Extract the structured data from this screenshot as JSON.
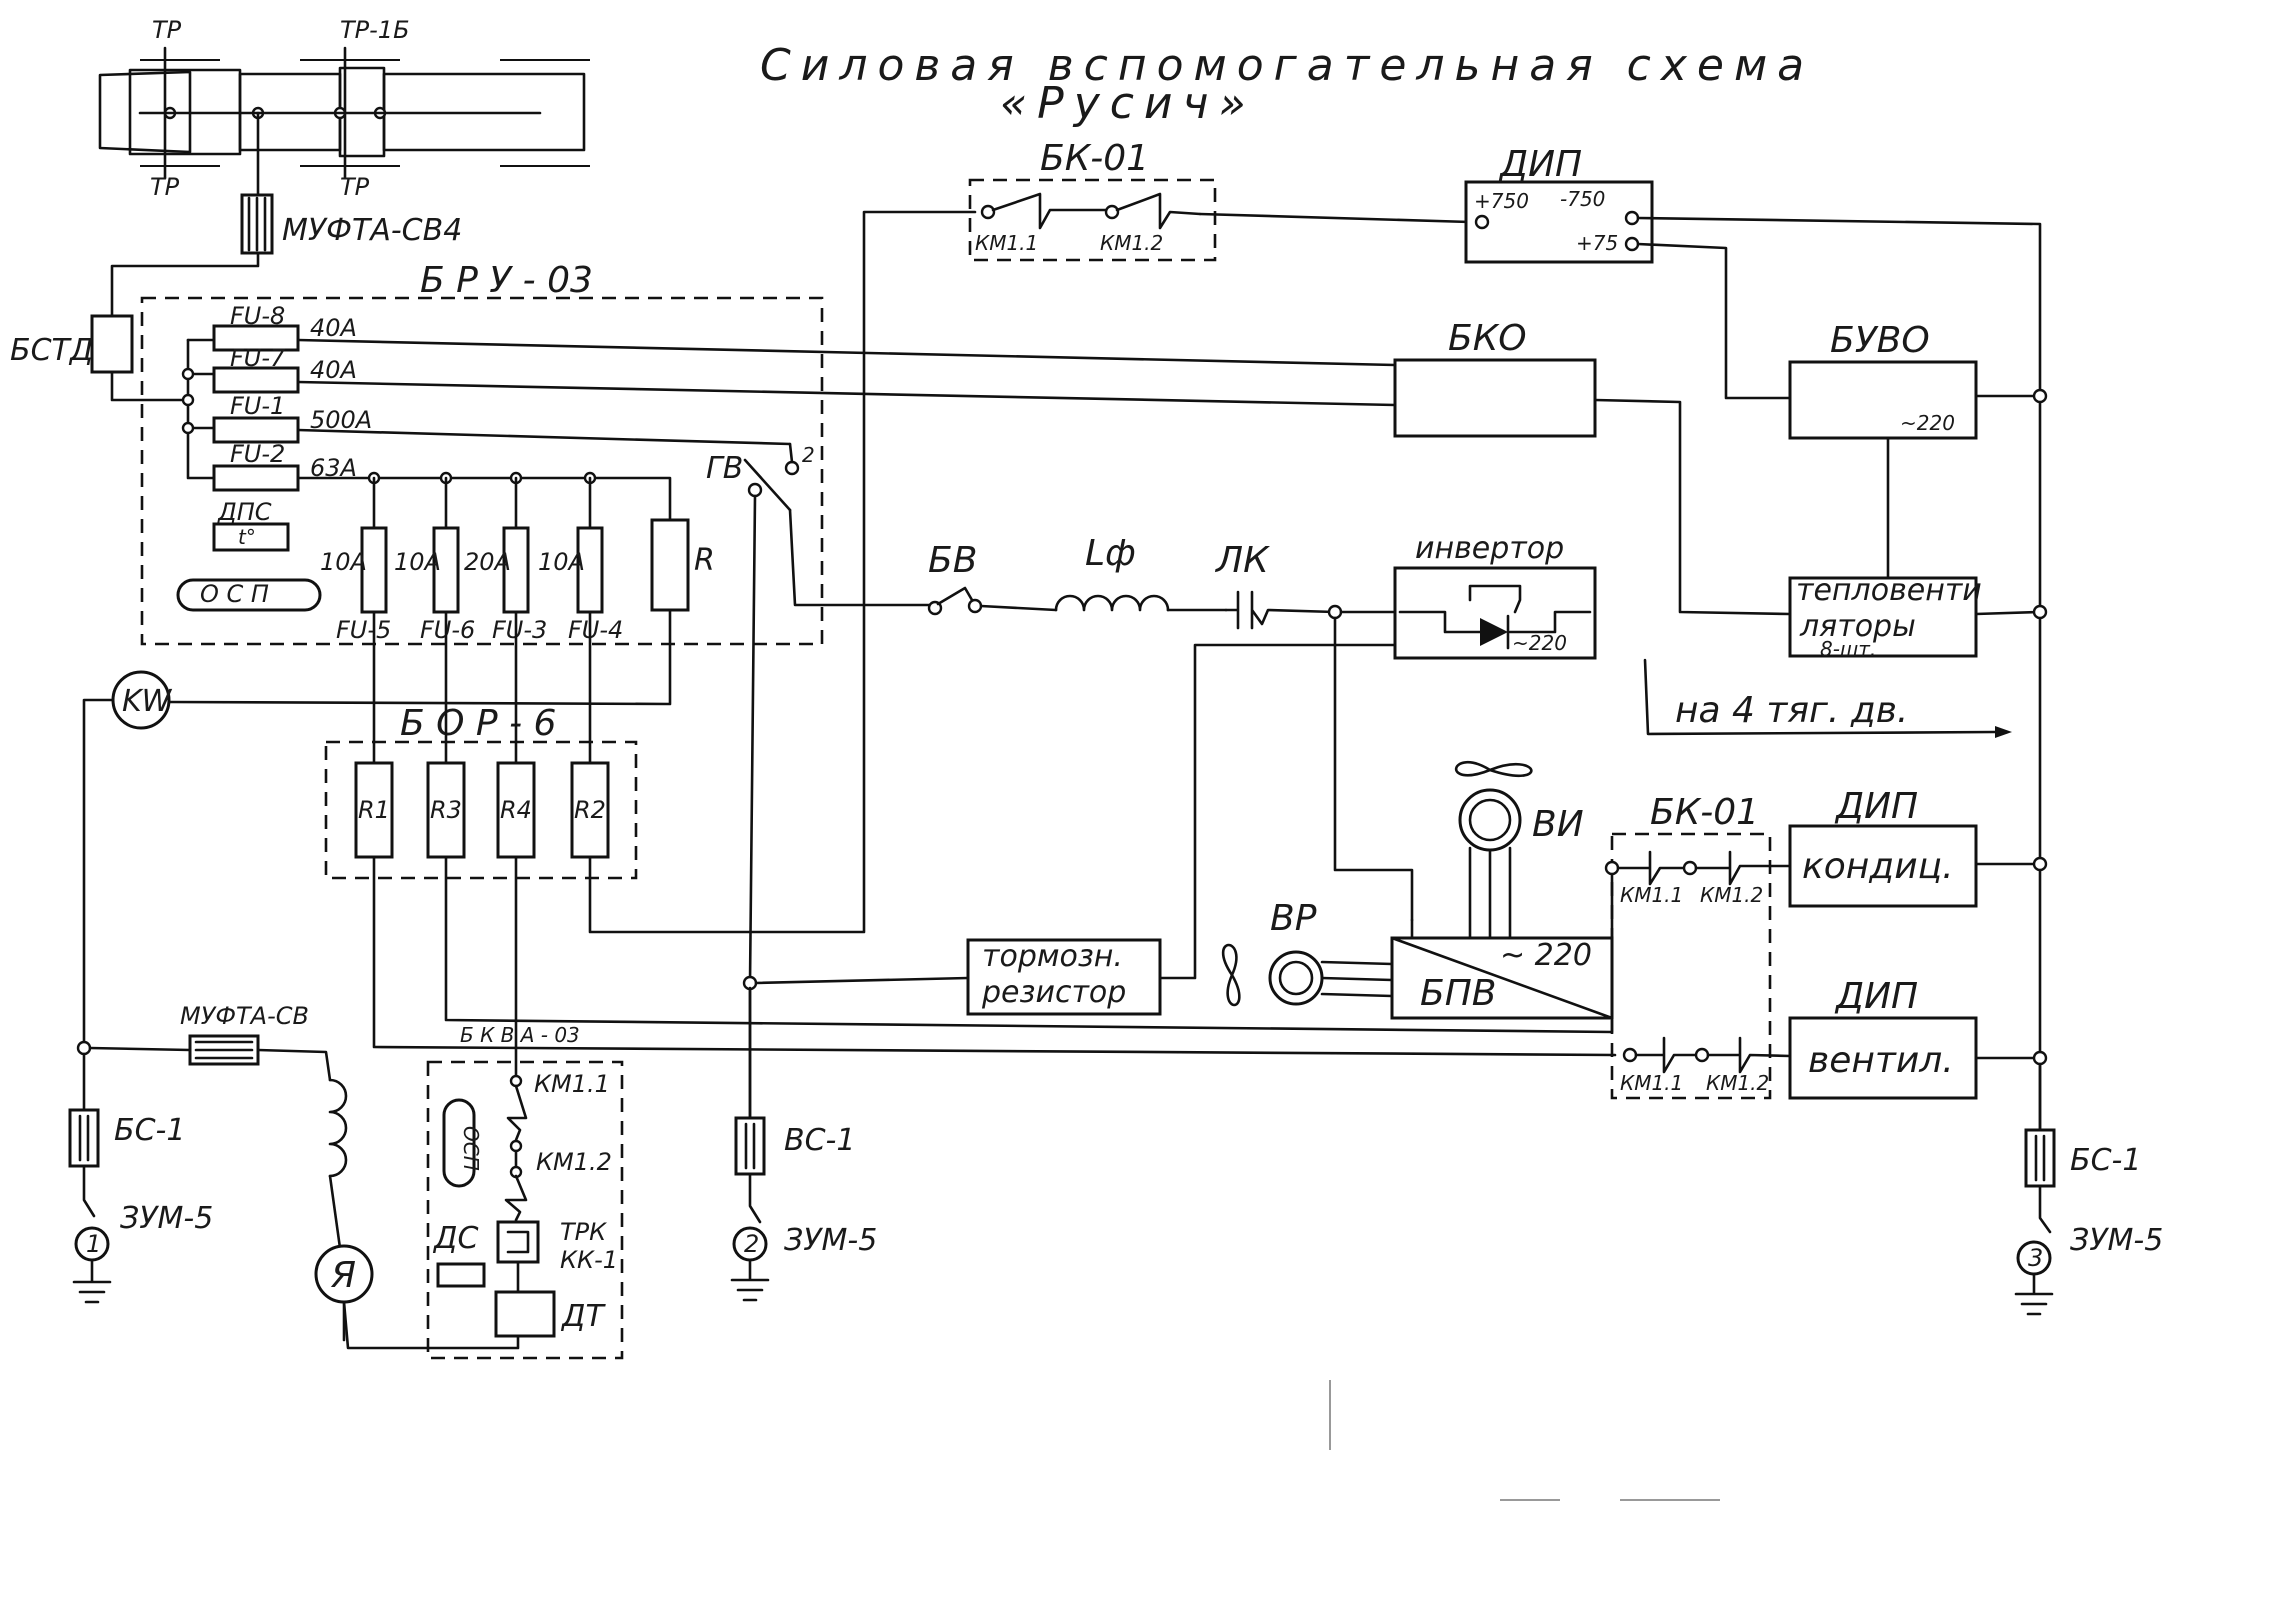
{
  "title": "Силовая вспомогательная схема",
  "subtitle": "«Русич»",
  "labels": {
    "tr_top_left": "ТР",
    "tr_top_right": "ТР-1Б",
    "tr_bottom_left": "ТР",
    "tr_bottom_right": "ТР",
    "mufta_sv4": "МУФТА-СВ4",
    "bstd": "БСТД",
    "bru": "Б Р У - 03",
    "fu8": "FU-8",
    "fu8_val": "40А",
    "fu7": "FU-7",
    "fu7_val": "40А",
    "fu1": "FU-1",
    "fu1_val": "500А",
    "fu2": "FU-2",
    "fu2_val": "63А",
    "dps": "ДПС",
    "dps_t": "t°",
    "osp": "О С П",
    "f10a_1": "10А",
    "f10a_2": "10А",
    "f20a": "20А",
    "f10a_3": "10А",
    "r_label": "R",
    "fu5": "FU-5",
    "fu6": "FU-6",
    "fu3": "FU-3",
    "fu4": "FU-4",
    "gv": "ГВ",
    "gv_2": "2",
    "kw": "KW",
    "bor": "Б О Р - 6",
    "r1": "R1",
    "r3": "R3",
    "r4": "R4",
    "r2": "R2",
    "bk01_top": "БК-01",
    "km11_top": "КМ1.1",
    "km12_top": "КМ1.2",
    "dip_top": "ДИП",
    "dip_p750": "+750",
    "dip_m750": "-750",
    "dip_p75": "+75",
    "bko": "БКО",
    "buvo": "БУВО",
    "buvo_220": "~220",
    "bv": "БВ",
    "lf": "Lф",
    "lk": "ЛК",
    "inverter": "инвертор",
    "inverter_220": "~220",
    "teplo1": "тепловенти",
    "teplo2": "ляторы",
    "teplo3": "8-шт.",
    "na4": "на 4 тяг. дв.",
    "vi": "ВИ",
    "vr": "ВР",
    "bk01_right": "БК-01",
    "km11_r1": "КМ1.1",
    "km12_r1": "КМ1.2",
    "dip_kond": "ДИП",
    "kond": "кондиц.",
    "dip_vent": "ДИП",
    "vent": "вентил.",
    "km11_r2": "КМ1.1",
    "km12_r2": "КМ1.2",
    "torm1": "тормозн.",
    "torm2": "резистор",
    "bpv": "БПВ",
    "bpv_220": "~ 220",
    "bkva": "Б К В А - 03",
    "mufta_sv": "МУФТА-СВ",
    "bs1_left": "БС-1",
    "zum_left": "ЗУМ-5",
    "n1": "1",
    "ya": "Я",
    "osp_v": "ОСП",
    "km11_b": "КМ1.1",
    "km12_b": "КМ1.2",
    "ds": "ДС",
    "trk": "ТРК",
    "kk1": "КК-1",
    "dt": "ДТ",
    "bs1_mid": "ВС-1",
    "zum_mid": "ЗУМ-5",
    "n2": "2",
    "bs1_right": "БС-1",
    "zum_right": "ЗУМ-5",
    "n3": "3"
  }
}
